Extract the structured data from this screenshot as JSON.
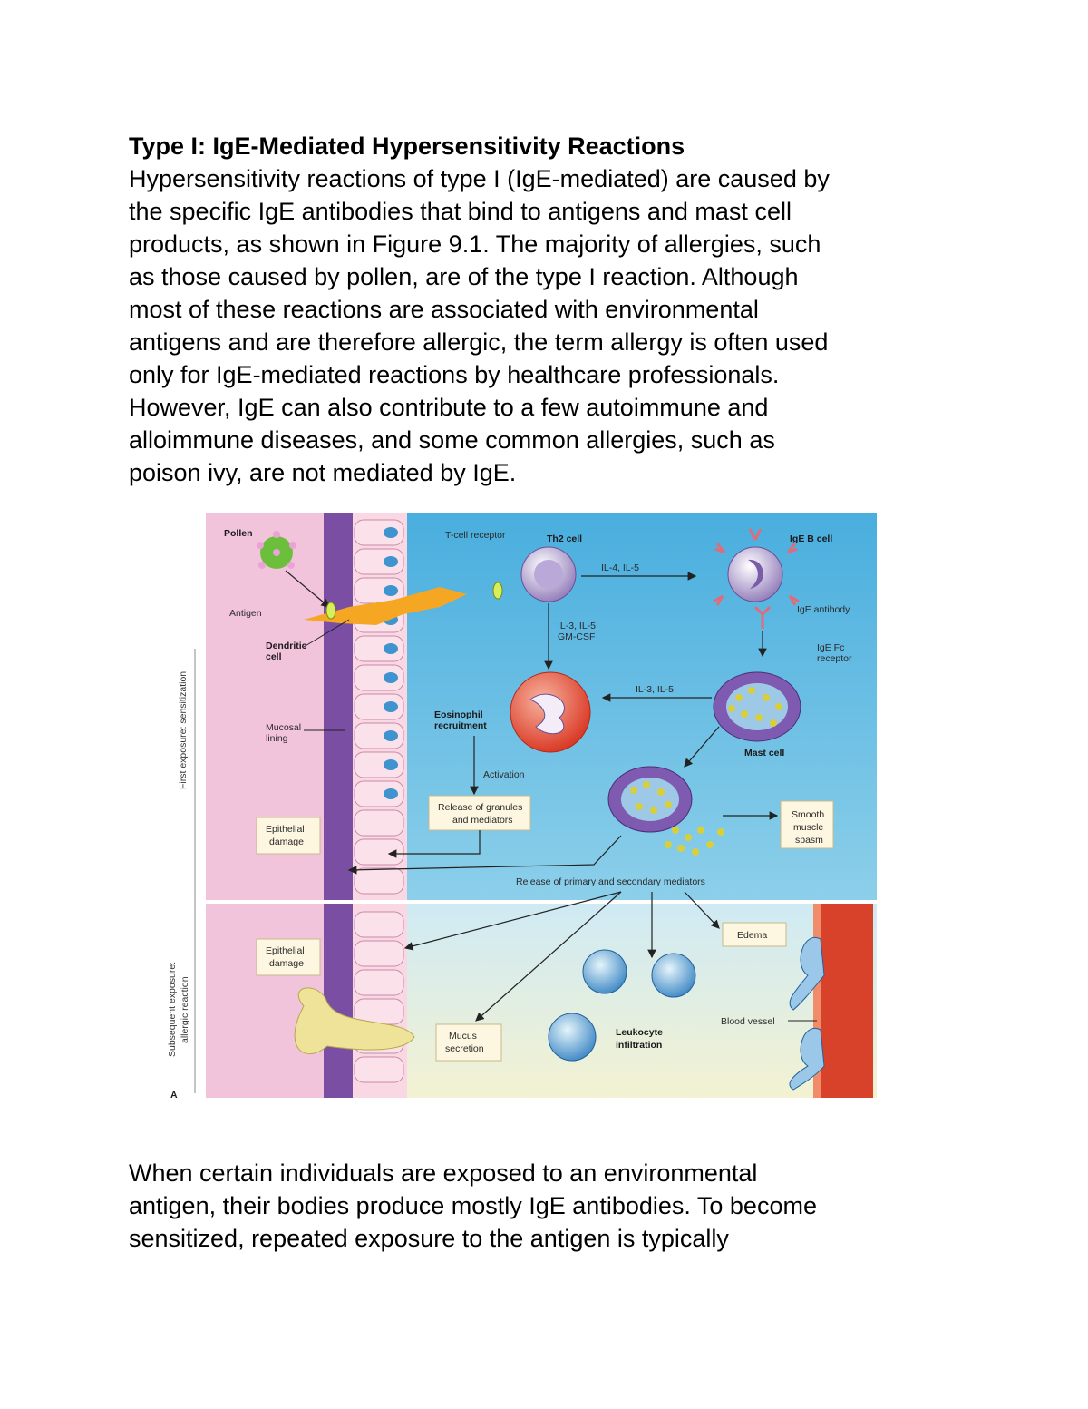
{
  "document": {
    "heading": "Type I: IgE-Mediated Hypersensitivity Reactions",
    "intro_lines": [
      "Hypersensitivity reactions of type I (IgE-mediated) are caused by",
      "the specific IgE antibodies that bind to antigens and mast cell",
      "products, as shown in Figure 9.1. The majority of allergies, such",
      "as those caused by pollen, are of the type I reaction. Although",
      "most of these reactions are associated with environmental",
      "antigens and are therefore allergic, the term allergy is often used",
      "only for IgE-mediated reactions by healthcare professionals.",
      "However, IgE can also contribute to a few autoimmune and",
      "alloimmune diseases, and some common allergies, such as",
      "poison ivy, are not mediated by IgE."
    ],
    "continuation_lines": [
      "When certain individuals are exposed to an environmental",
      "antigen, their bodies produce mostly IgE antibodies. To become",
      "sensitized, repeated exposure to the antigen is typically"
    ]
  },
  "figure": {
    "panel_letter": "A",
    "side_labels": {
      "first_exposure": "First exposure: sensitization",
      "subsequent_line1": "Subsequent exposure:",
      "subsequent_line2": "allergic reaction"
    },
    "labels": {
      "pollen": "Pollen",
      "antigen": "Antigen",
      "dendritic_1": "Dendritic",
      "dendritic_2": "cell",
      "tcell_receptor": "T-cell receptor",
      "th2_cell": "Th2 cell",
      "il4_il5": "IL-4, IL-5",
      "ige_b_cell": "IgE B cell",
      "ige_antibody": "IgE antibody",
      "ige_fc_1": "IgE Fc",
      "ige_fc_2": "receptor",
      "il3_il5_1": "IL-3, IL-5",
      "gm_csf": "GM-CSF",
      "il3_il5_2": "IL-3, IL-5",
      "eosinophil_1": "Eosinophil",
      "eosinophil_2": "recruitment",
      "mucosal_1": "Mucosal",
      "mucosal_2": "lining",
      "activation": "Activation",
      "mast_cell": "Mast cell",
      "release_granules_1": "Release of granules",
      "release_granules_2": "and mediators",
      "epithelial_damage_1": "Epithelial",
      "epithelial_damage_2": "damage",
      "smooth_1": "Smooth",
      "smooth_2": "muscle",
      "smooth_3": "spasm",
      "release_mediators": "Release of primary and secondary mediators",
      "edema": "Edema",
      "blood_vessel": "Blood vessel",
      "mucus_1": "Mucus",
      "mucus_2": "secretion",
      "leukocyte_1": "Leukocyte",
      "leukocyte_2": "infiltration"
    },
    "colors": {
      "tissue_pink": "#f2c4dc",
      "epithelium_purple": "#6a3d93",
      "upper_blue": "#4fb3e0",
      "lower_blue": "#bfe3f0",
      "label_box": "#fdf6e0",
      "vessel_red": "#d8412a",
      "cell_purple": "#8a6bb0"
    }
  }
}
